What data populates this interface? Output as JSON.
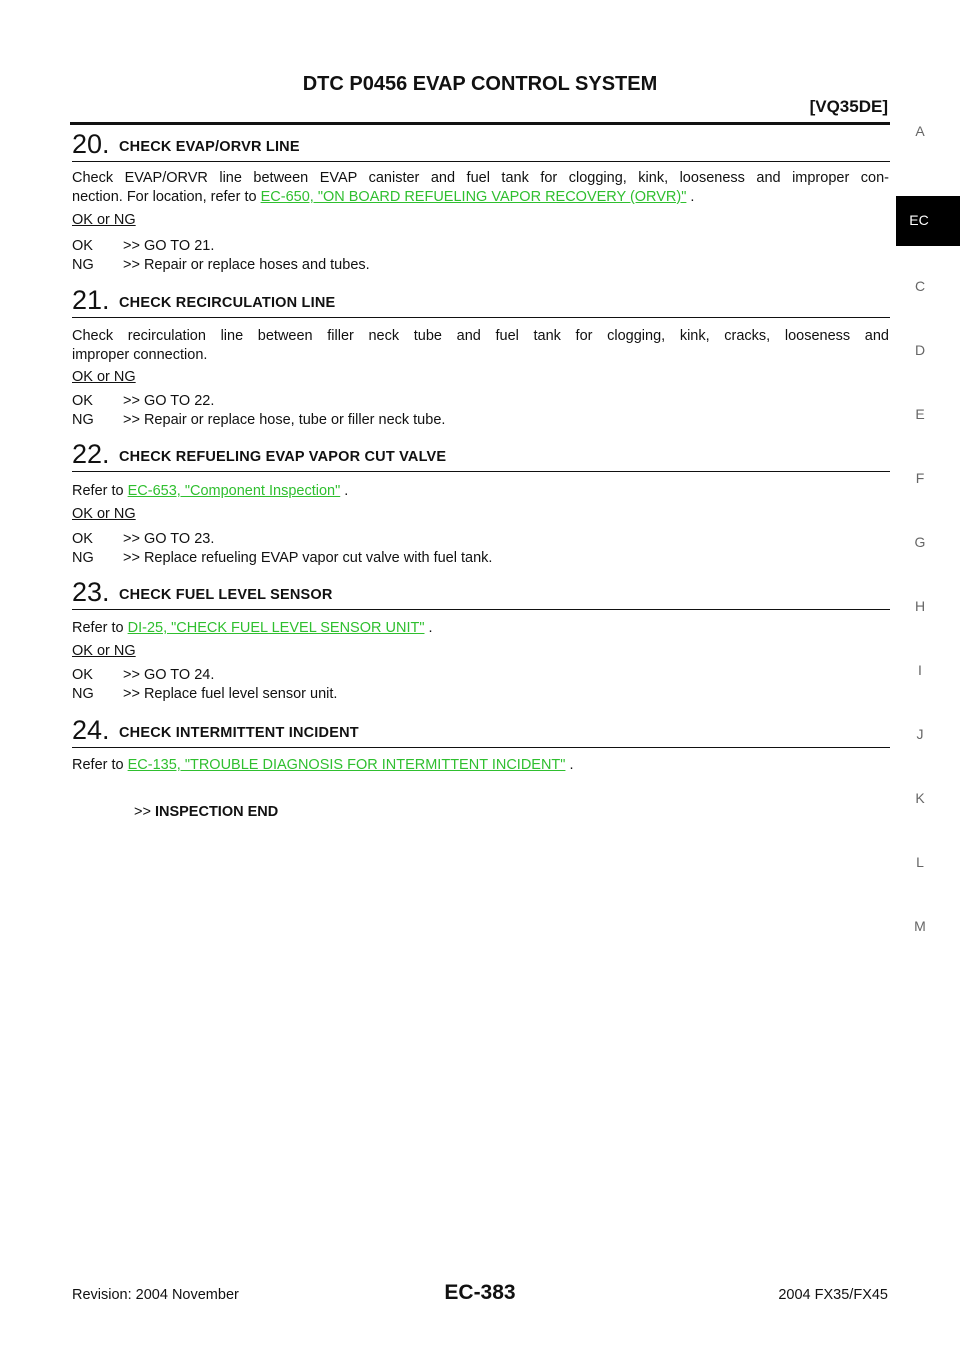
{
  "header": {
    "title": "DTC P0456 EVAP CONTROL SYSTEM",
    "engine": "[VQ35DE]"
  },
  "side_tabs": {
    "letters": [
      "A",
      "C",
      "D",
      "E",
      "F",
      "G",
      "H",
      "I",
      "J",
      "K",
      "L",
      "M"
    ],
    "active": "EC"
  },
  "steps": [
    {
      "number": "20.",
      "title": "CHECK EVAP/ORVR LINE",
      "text_line1": "Check EVAP/ORVR line between EVAP canister and fuel tank for clogging, kink, looseness and improper con-",
      "text_line2_prefix": "nection. For location, refer to ",
      "link": "EC-650, \"ON BOARD REFUELING VAPOR RECOVERY (ORVR)\"",
      "suffix": " .",
      "ok_ng": "OK or NG",
      "results": [
        {
          "code": "OK",
          "text": ">> GO TO 21."
        },
        {
          "code": "NG",
          "text": ">> Repair or replace hoses and tubes."
        }
      ]
    },
    {
      "number": "21.",
      "title": "CHECK RECIRCULATION LINE",
      "text_line1": "Check recirculation line between filler neck tube and fuel tank for clogging, kink, cracks, looseness and",
      "text_line2": "improper connection.",
      "ok_ng": "OK or NG",
      "results": [
        {
          "code": "OK",
          "text": ">> GO TO 22."
        },
        {
          "code": "NG",
          "text": ">> Repair or replace hose, tube or filler neck tube."
        }
      ]
    },
    {
      "number": "22.",
      "title": "CHECK REFUELING EVAP VAPOR CUT VALVE",
      "prefix": "Refer to ",
      "link": "EC-653, \"Component Inspection\"",
      "suffix": " .",
      "ok_ng": "OK or NG",
      "results": [
        {
          "code": "OK",
          "text": ">> GO TO 23."
        },
        {
          "code": "NG",
          "text": ">> Replace refueling EVAP vapor cut valve with fuel tank."
        }
      ]
    },
    {
      "number": "23.",
      "title": "CHECK FUEL LEVEL SENSOR",
      "prefix": "Refer to ",
      "link": "DI-25, \"CHECK FUEL LEVEL SENSOR UNIT\"",
      "suffix": " .",
      "ok_ng": "OK or NG",
      "results": [
        {
          "code": "OK",
          "text": ">> GO TO 24."
        },
        {
          "code": "NG",
          "text": ">> Replace fuel level sensor unit."
        }
      ]
    },
    {
      "number": "24.",
      "title": "CHECK INTERMITTENT INCIDENT",
      "prefix": "Refer to ",
      "link": "EC-135, \"TROUBLE DIAGNOSIS FOR INTERMITTENT INCIDENT\"",
      "suffix": " ."
    }
  ],
  "end_marker": {
    "arrows": ">>",
    "label": "INSPECTION END"
  },
  "footer": {
    "revision": "Revision: 2004 November",
    "page": "EC-383",
    "model": "2004 FX35/FX45"
  }
}
